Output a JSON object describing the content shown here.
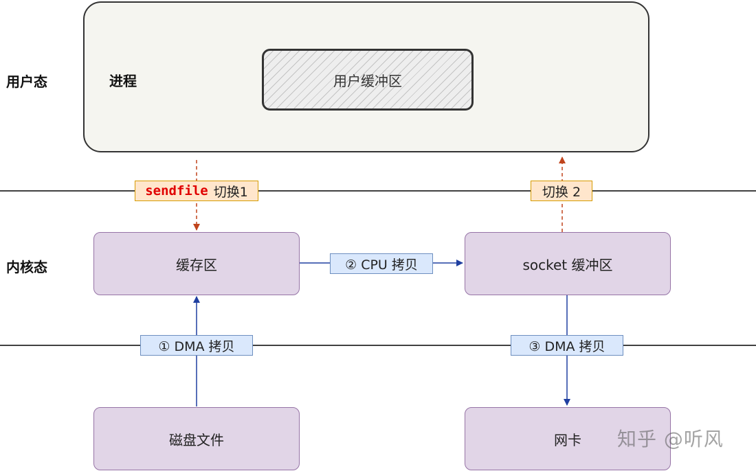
{
  "zones": {
    "user_mode": "用户态",
    "kernel_mode": "内核态"
  },
  "process": {
    "label": "进程",
    "user_buffer": "用户缓冲区"
  },
  "switches": {
    "first_keyword": "sendfile",
    "first_label": "切换1",
    "second_label": "切换 2"
  },
  "kernel": {
    "page_cache": "缓存区",
    "socket_buffer": "socket 缓冲区"
  },
  "hardware": {
    "disk_file": "磁盘文件",
    "nic": "网卡"
  },
  "copies": {
    "dma_1": "① DMA 拷贝",
    "cpu_2": "② CPU 拷贝",
    "dma_3": "③ DMA 拷贝"
  },
  "watermark": "知乎 @听风",
  "colors": {
    "kernel_box_fill": "#e1d5e7",
    "kernel_box_border": "#9673a6",
    "switch_tag_fill": "#ffe6cc",
    "copy_tag_fill": "#dae8fc",
    "dma_arrow": "#1f3fa0",
    "switch_arrow": "#c0441c",
    "keyword": "#e00000"
  }
}
